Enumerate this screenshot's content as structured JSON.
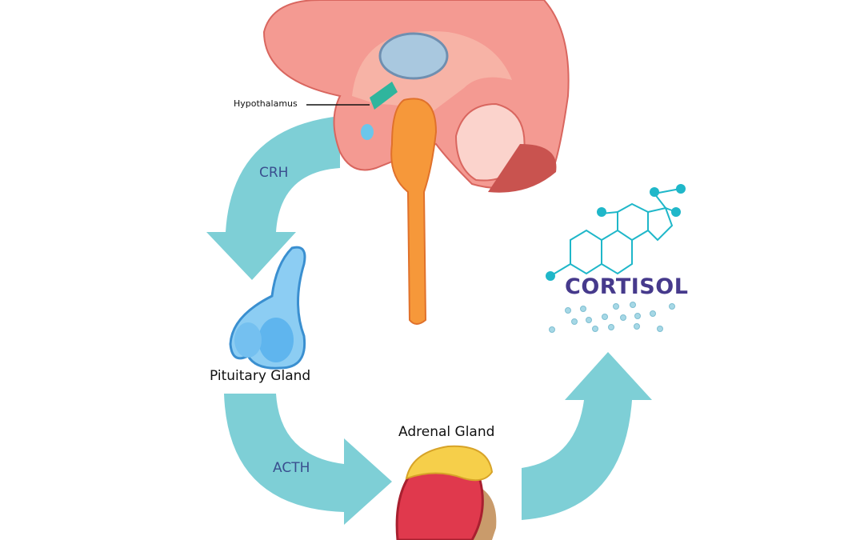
{
  "title": "HPA axis - cortisol regulation",
  "labels": {
    "hypothalamus": "Hypothalamus",
    "crh": "CRH",
    "pituitary": "Pituitary Gland",
    "acth": "ACTH",
    "adrenal": "Adrenal Gland",
    "cortisol": "CORTISOL"
  },
  "colors": {
    "arrow": "#7ecfd6",
    "hormone_text": "#3a4f8f",
    "cortisol_text": "#463a8c",
    "molecule": "#1fb7c9"
  }
}
